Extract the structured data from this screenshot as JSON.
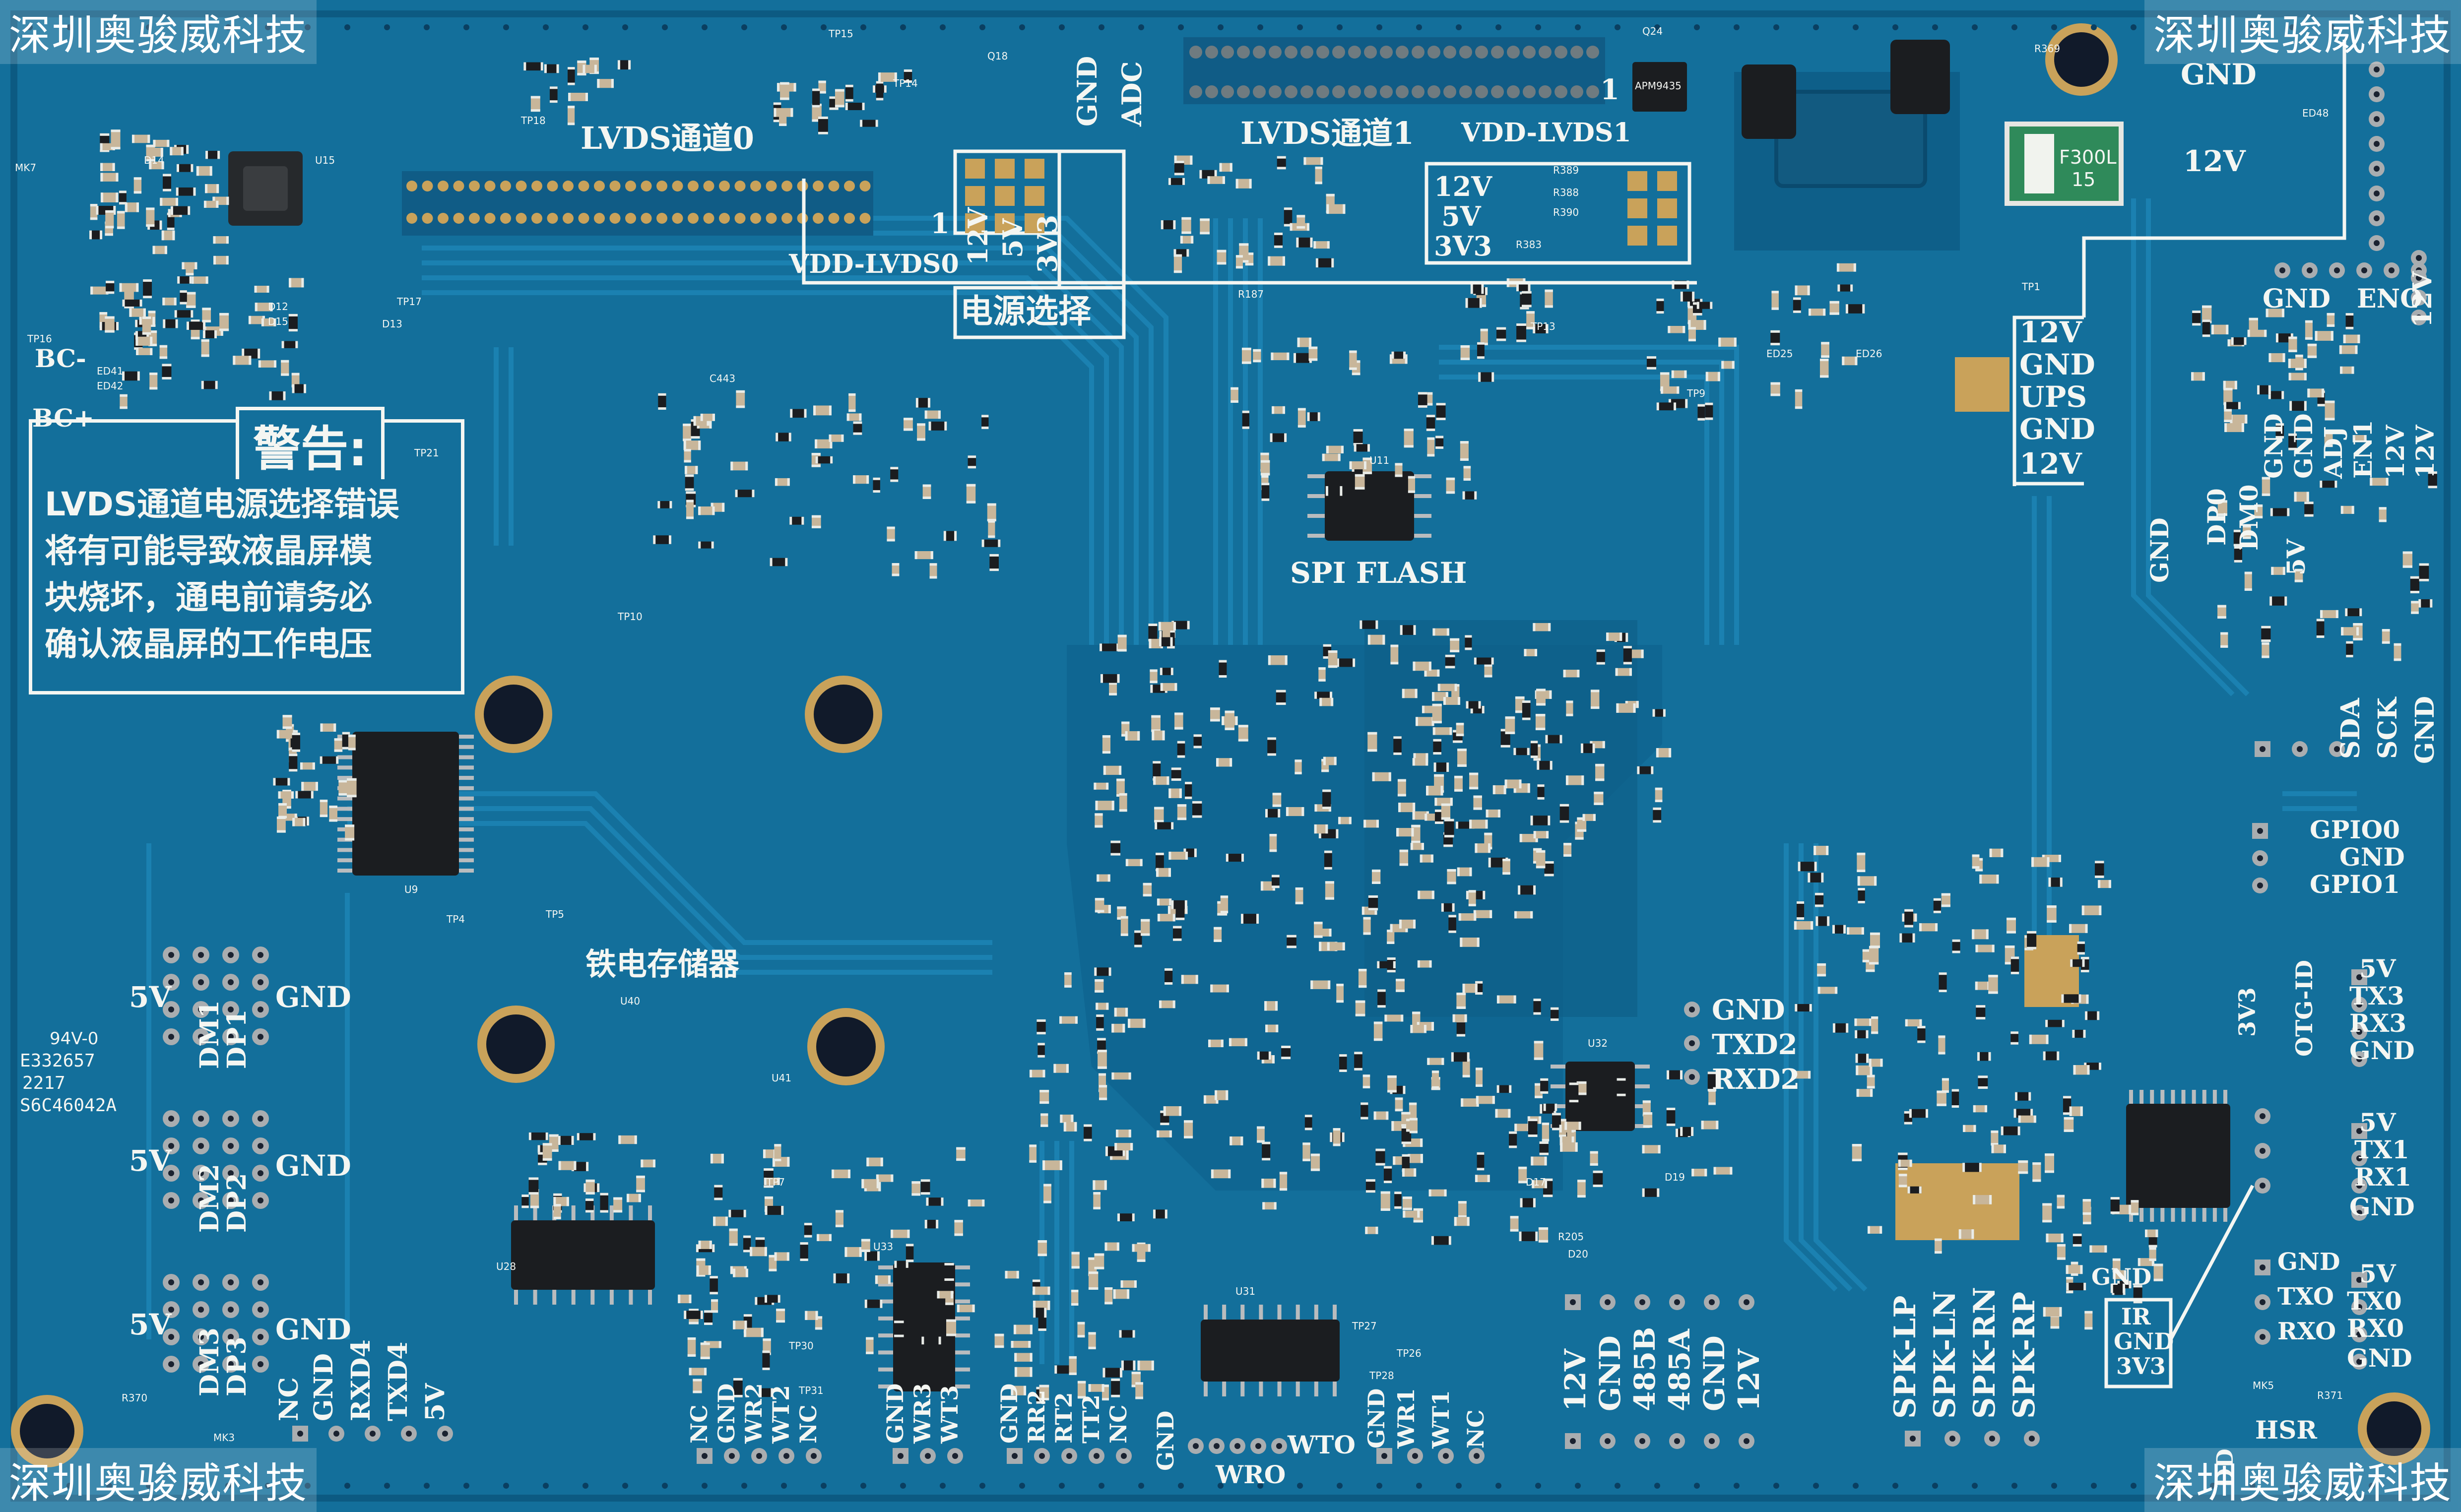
{
  "watermarks": [
    "深圳奥骏威科技",
    "深圳奥骏威科技",
    "深圳奥骏威科技",
    "深圳奥骏威科技"
  ],
  "warning": {
    "title": "警告:",
    "lines": [
      "LVDS通道电源选择错误",
      "将有可能导致液晶屏模",
      "块烧坏，通电前请务必",
      "确认液晶屏的工作电压"
    ]
  },
  "silkscreen": {
    "lvds0": "LVDS通道0",
    "lvds1": "LVDS通道1",
    "vdd_lvds0": "VDD-LVDS0",
    "vdd_lvds1": "VDD-LVDS1",
    "pin1_a": "1",
    "pin1_b": "1",
    "power_select": "电源选择",
    "v12": "12V",
    "v5": "5V",
    "v3v3": "3V3",
    "gnd": "GND",
    "adc": "ADC",
    "spi_flash": "SPI FLASH",
    "fram": "铁电存储器",
    "fuse": "F300L",
    "fuse_val": "15",
    "gnd_top": "GND",
    "v12_top": "12V",
    "gnd_eno": "GND",
    "eno": "ENO",
    "v12_side": "12V",
    "ups_col": [
      "12V",
      "GND",
      "UPS",
      "GND",
      "12V"
    ],
    "right_vert": [
      "GND",
      "GND",
      "ADJ",
      "EN1",
      "12V",
      "12V"
    ],
    "dpdm_col": [
      "GND",
      "DP0",
      "DM0",
      "5V"
    ],
    "sda": "SDA",
    "sck": "SCK",
    "gnd_sda": "GND",
    "gpio": [
      "GPIO0",
      "GND",
      "GPIO1"
    ],
    "uart3": [
      "5V",
      "TX3",
      "RX3",
      "GND"
    ],
    "uart1": [
      "5V",
      "TX1",
      "RX1",
      "GND"
    ],
    "uart0": [
      "5V",
      "TX0",
      "RX0",
      "GND"
    ],
    "gnd_txo": [
      "GND",
      "TXO",
      "RXO"
    ],
    "otg_id": "OTG-ID",
    "v3v3_side": "3V3",
    "ir": [
      "IR",
      "GND",
      "3V3"
    ],
    "gnd_ir": "GND",
    "uart2": [
      "GND",
      "TXD2",
      "RXD2"
    ],
    "spk": [
      "SPK-LP",
      "SPK-LN",
      "SPK-RN",
      "SPK-RP"
    ],
    "rs485": [
      "12V",
      "GND",
      "485B",
      "485A",
      "GND",
      "12V"
    ],
    "usb1": [
      "5V",
      "GND"
    ],
    "usb1_d": [
      "DM1",
      "DP1"
    ],
    "usb2": [
      "5V",
      "GND"
    ],
    "usb2_d": [
      "DM2",
      "DP2"
    ],
    "usb3": [
      "5V",
      "GND"
    ],
    "usb3_d": [
      "DM3",
      "DP3"
    ],
    "bot_left": [
      "NC",
      "GND",
      "RXD4",
      "TXD4",
      "5V"
    ],
    "bot_mid": [
      "NC",
      "GND",
      "WR2",
      "WT2",
      "NC"
    ],
    "bot_mid2": [
      "GND",
      "WR3",
      "WT3"
    ],
    "bot_mid3": [
      "GND",
      "RR2",
      "RT2",
      "TT2",
      "NC"
    ],
    "wro": "WRO",
    "wto": "WTO",
    "gnd_w": "GND",
    "wr1": [
      "GND",
      "WR1",
      "WT1",
      "NC"
    ],
    "hsr": "HSR",
    "dd": "DD",
    "bc_minus": "BC-",
    "bc_plus": "BC+",
    "ul_94v0": "94V-0",
    "ul_num": "E332657",
    "date_code": "2217",
    "lot": "S6C46042A",
    "refs": {
      "q18": "Q18",
      "q24": "Q24",
      "u11": "U11",
      "u32": "U32",
      "u33": "U33",
      "u31": "U31",
      "u28": "U28",
      "u40": "U40",
      "u41": "U41",
      "u9": "U9",
      "u15": "U15",
      "r389": "R389",
      "r388": "R388",
      "r390": "R390",
      "r383": "R383",
      "c443": "C443",
      "r370": "R370",
      "r371": "R371",
      "mk5": "MK5",
      "mk7": "MK7",
      "mk3": "MK3",
      "tp15": "TP15",
      "tp14": "TP14",
      "tp1": "TP1",
      "tp9": "TP9",
      "tp13": "TP13",
      "tp21": "TP21",
      "tp10": "TP10",
      "tp7": "TP7",
      "tp27": "TP27",
      "tp26": "TP26",
      "tp28": "TP28",
      "tp30": "TP30",
      "tp31": "TP31",
      "tp5": "TP5",
      "tp4": "TP4",
      "tp16": "TP16",
      "tp17": "TP17",
      "tp18": "TP18",
      "d14": "D14",
      "d13": "D13",
      "d12": "D12",
      "d15": "D15",
      "d17": "D17",
      "d19": "D19",
      "d20": "D20",
      "ed25": "ED25",
      "ed26": "ED26",
      "ed48": "ED48",
      "ed41": "ED41",
      "ed42": "ED42",
      "r369": "R369",
      "r205": "R205",
      "apm": "APM9435",
      "r187": "R187"
    }
  },
  "colors": {
    "board": "#136f9b",
    "board_dark": "#0c5a82",
    "trace": "#1d85b5",
    "silkscreen": "#f4f6f2",
    "pad_gold": "#c9a25a",
    "chip_black": "#1b1d20",
    "smd_tan": "#c8b69a"
  }
}
